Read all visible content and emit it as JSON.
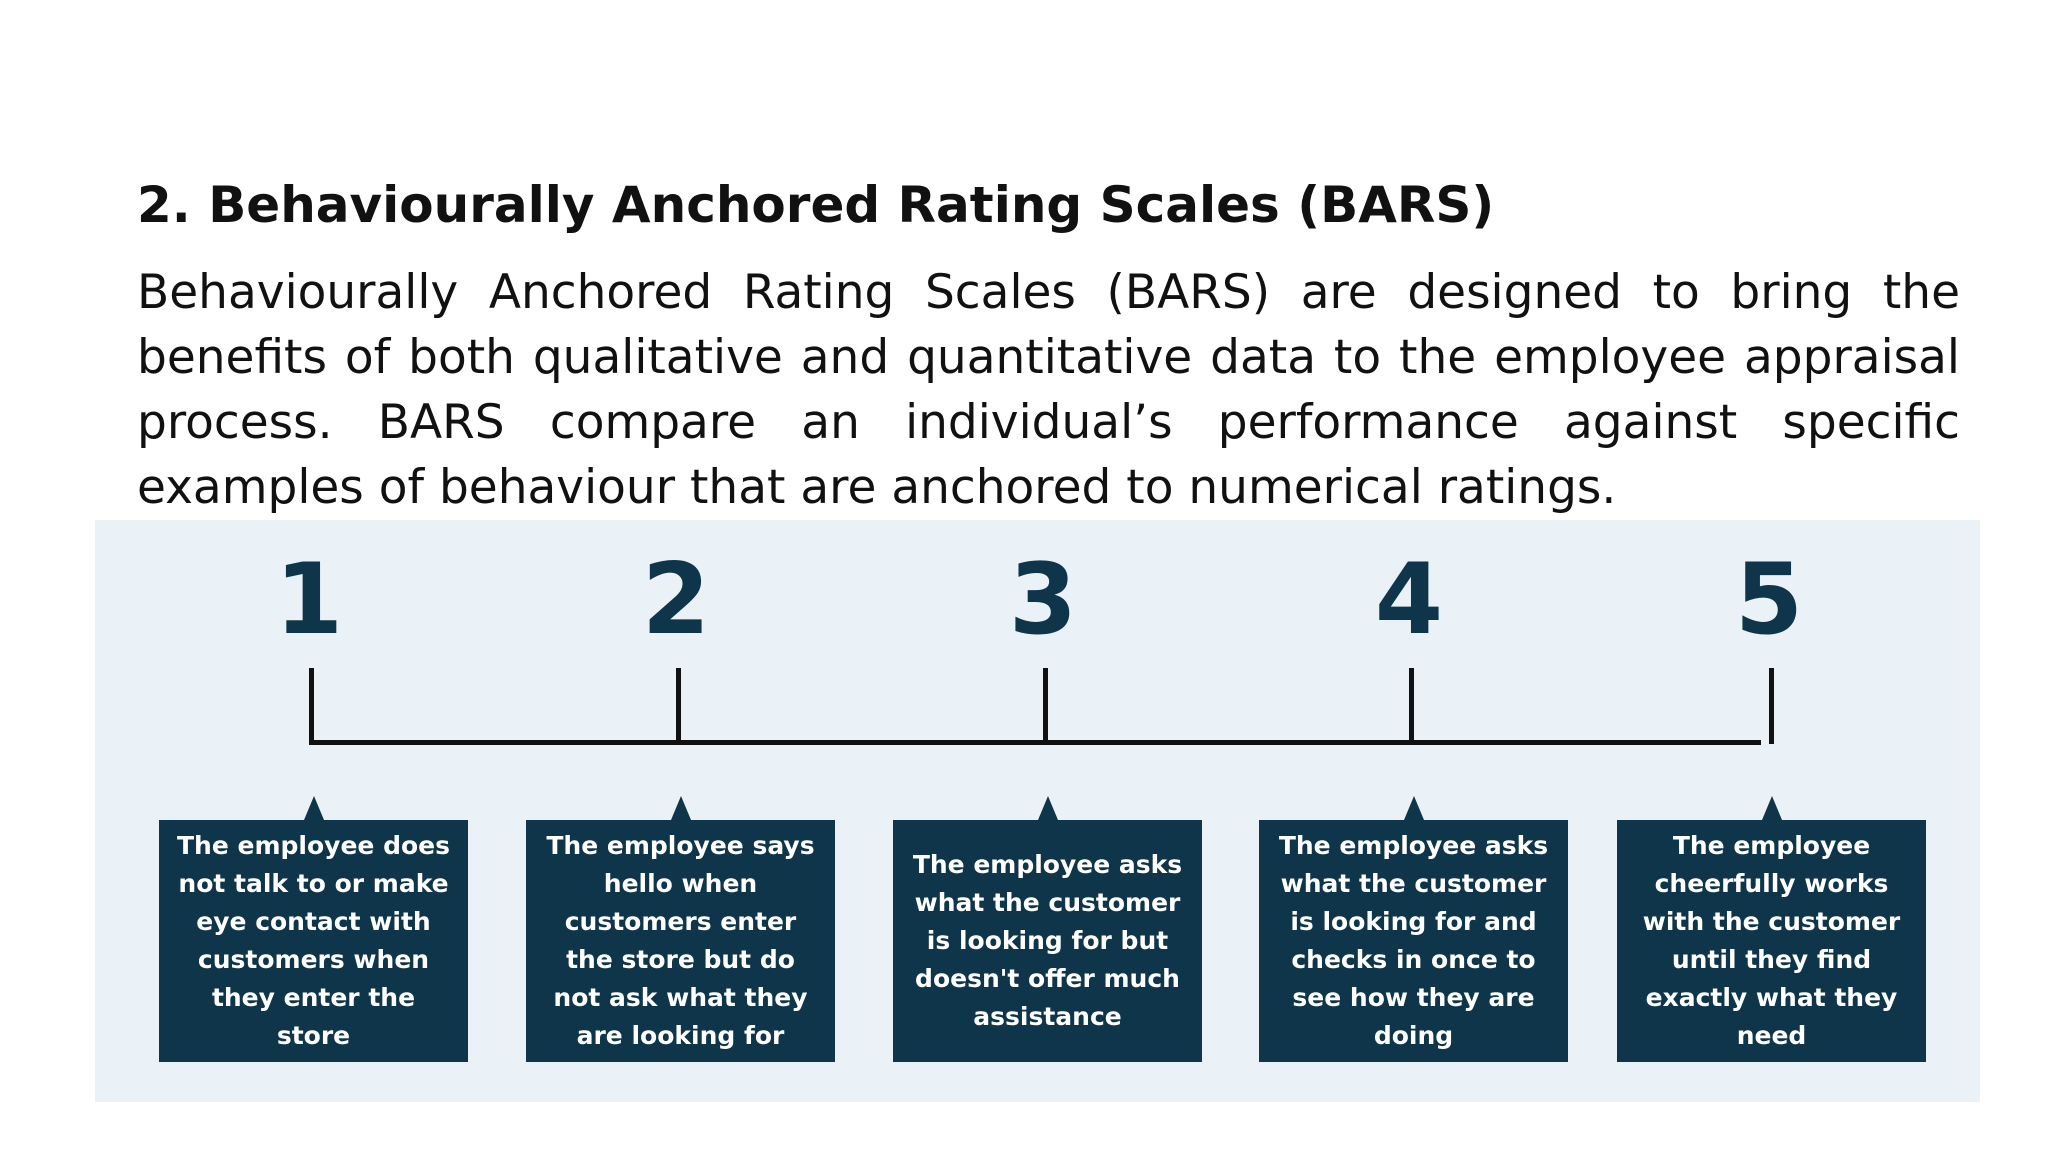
{
  "slide": {
    "heading": "2. Behaviourally Anchored Rating Scales (BARS)",
    "paragraph": "Behaviourally Anchored Rating Scales (BARS) are designed to bring the benefits of both qualitative and quantitative data to the employee appraisal process. BARS compare an individual’s performance against specific examples of behaviour that are anchored to numerical ratings."
  },
  "scale": {
    "colors": {
      "panel_background": "#eaf2f7",
      "accent": "#0e3549",
      "axis": "#111111",
      "box_text": "#ffffff"
    },
    "points": [
      {
        "rating": "1",
        "description": "The employee does not talk to or make eye contact with customers when they enter the store"
      },
      {
        "rating": "2",
        "description": "The employee says hello when customers enter the store but do not ask what they are looking for"
      },
      {
        "rating": "3",
        "description": "The employee asks what the customer is looking for but doesn't offer much assistance"
      },
      {
        "rating": "4",
        "description": "The employee asks what the customer is looking for and checks in once to see how they are doing"
      },
      {
        "rating": "5",
        "description": "The employee cheerfully works with the customer until they find exactly what they need"
      }
    ]
  }
}
